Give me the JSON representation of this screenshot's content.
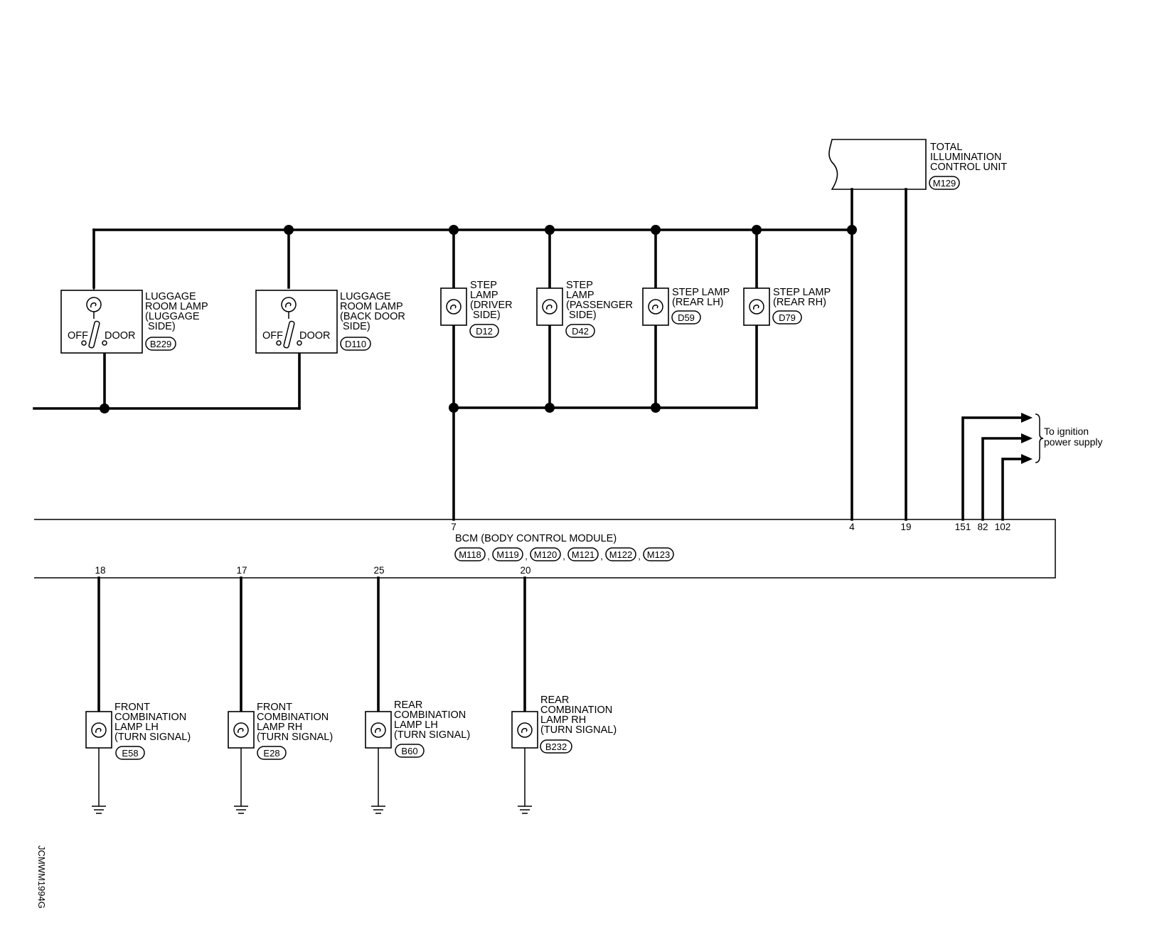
{
  "tcu": {
    "lines": [
      "TOTAL",
      "ILLUMINATION",
      "CONTROL UNIT"
    ],
    "connector": "M129"
  },
  "luggage_lamp_1": {
    "lines": [
      "LUGGAGE",
      "ROOM LAMP",
      "(LUGGAGE",
      "SIDE)"
    ],
    "connector": "B229",
    "off": "OFF",
    "door": "DOOR"
  },
  "luggage_lamp_2": {
    "lines": [
      "LUGGAGE",
      "ROOM LAMP",
      "(BACK DOOR",
      "SIDE)"
    ],
    "connector": "D110",
    "off": "OFF",
    "door": "DOOR"
  },
  "step_driver": {
    "lines": [
      "STEP",
      "LAMP",
      "(DRIVER",
      "SIDE)"
    ],
    "connector": "D12"
  },
  "step_passenger": {
    "lines": [
      "STEP",
      "LAMP",
      "(PASSENGER",
      "SIDE)"
    ],
    "connector": "D42"
  },
  "step_rear_lh": {
    "lines": [
      "STEP LAMP",
      "(REAR LH)"
    ],
    "connector": "D59"
  },
  "step_rear_rh": {
    "lines": [
      "STEP LAMP",
      "(REAR RH)"
    ],
    "connector": "D79"
  },
  "ignition": {
    "lines": [
      "To ignition",
      "power supply"
    ]
  },
  "bcm": {
    "title": "BCM (BODY CONTROL MODULE)",
    "connectors": [
      "M118",
      "M119",
      "M120",
      "M121",
      "M122",
      "M123"
    ],
    "separator": ",",
    "top_pins": [
      "7",
      "4",
      "19",
      "151",
      "82",
      "102"
    ],
    "bottom_pins": [
      "18",
      "17",
      "25",
      "20"
    ]
  },
  "front_lh": {
    "lines": [
      "FRONT",
      "COMBINATION",
      "LAMP LH",
      "(TURN SIGNAL)"
    ],
    "connector": "E58"
  },
  "front_rh": {
    "lines": [
      "FRONT",
      "COMBINATION",
      "LAMP RH",
      "(TURN SIGNAL)"
    ],
    "connector": "E28"
  },
  "rear_lh": {
    "lines": [
      "REAR",
      "COMBINATION",
      "LAMP LH",
      "(TURN SIGNAL)"
    ],
    "connector": "B60"
  },
  "rear_rh": {
    "lines": [
      "REAR",
      "COMBINATION",
      "LAMP RH",
      "(TURN SIGNAL)"
    ],
    "connector": "B232"
  },
  "figure_code": "JCMWM1994G"
}
